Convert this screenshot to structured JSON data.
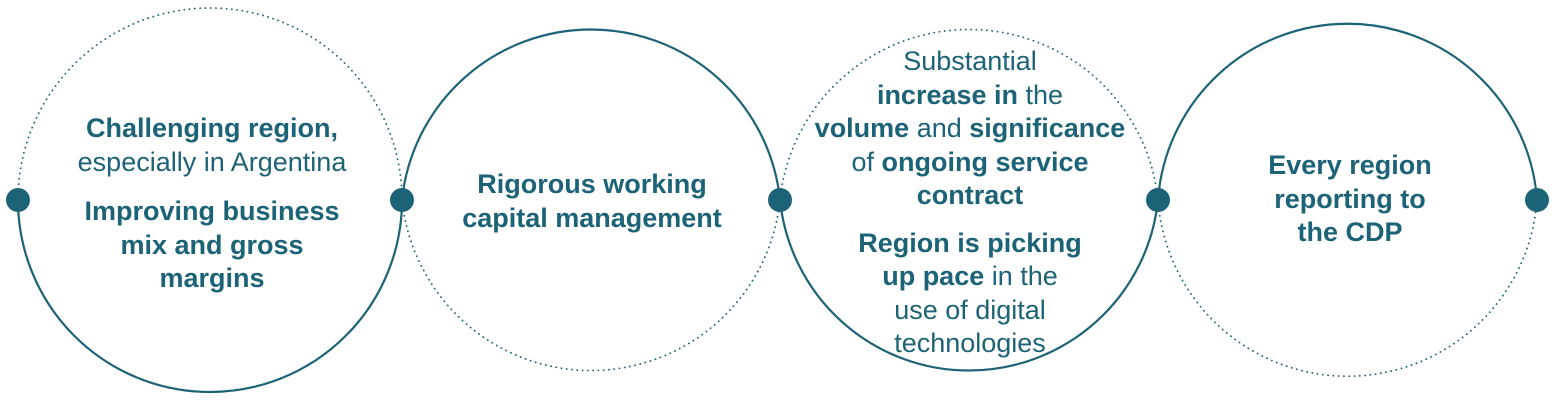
{
  "colors": {
    "accent": "#1d6377"
  },
  "circles": [
    {
      "blocks": [
        {
          "lines": [
            [
              {
                "t": "Challenging region,",
                "b": true
              }
            ],
            [
              {
                "t": "especially in Argentina",
                "b": false
              }
            ]
          ]
        },
        {
          "lines": [
            [
              {
                "t": "Improving business",
                "b": true
              }
            ],
            [
              {
                "t": "mix and gross",
                "b": true
              }
            ],
            [
              {
                "t": "margins",
                "b": true
              }
            ]
          ]
        }
      ]
    },
    {
      "blocks": [
        {
          "lines": [
            [
              {
                "t": "Rigorous working",
                "b": true
              }
            ],
            [
              {
                "t": "capital management",
                "b": true
              }
            ]
          ]
        }
      ]
    },
    {
      "blocks": [
        {
          "lines": [
            [
              {
                "t": "Substantial",
                "b": false
              }
            ],
            [
              {
                "t": "increase in",
                "b": true
              },
              {
                "t": " the",
                "b": false
              }
            ],
            [
              {
                "t": "volume",
                "b": true
              },
              {
                "t": " and ",
                "b": false
              },
              {
                "t": "significance",
                "b": true
              }
            ],
            [
              {
                "t": "of ",
                "b": false
              },
              {
                "t": "ongoing service",
                "b": true
              }
            ],
            [
              {
                "t": "contract",
                "b": true
              }
            ]
          ]
        },
        {
          "lines": [
            [
              {
                "t": "Region is picking",
                "b": true
              }
            ],
            [
              {
                "t": "up pace",
                "b": true
              },
              {
                "t": " in the",
                "b": false
              }
            ],
            [
              {
                "t": "use of digital",
                "b": false
              }
            ],
            [
              {
                "t": "technologies",
                "b": false
              }
            ]
          ]
        }
      ]
    },
    {
      "blocks": [
        {
          "lines": [
            [
              {
                "t": "Every region",
                "b": true
              }
            ],
            [
              {
                "t": "reporting to",
                "b": true
              }
            ],
            [
              {
                "t": "the CDP",
                "b": true
              }
            ]
          ]
        }
      ]
    }
  ]
}
